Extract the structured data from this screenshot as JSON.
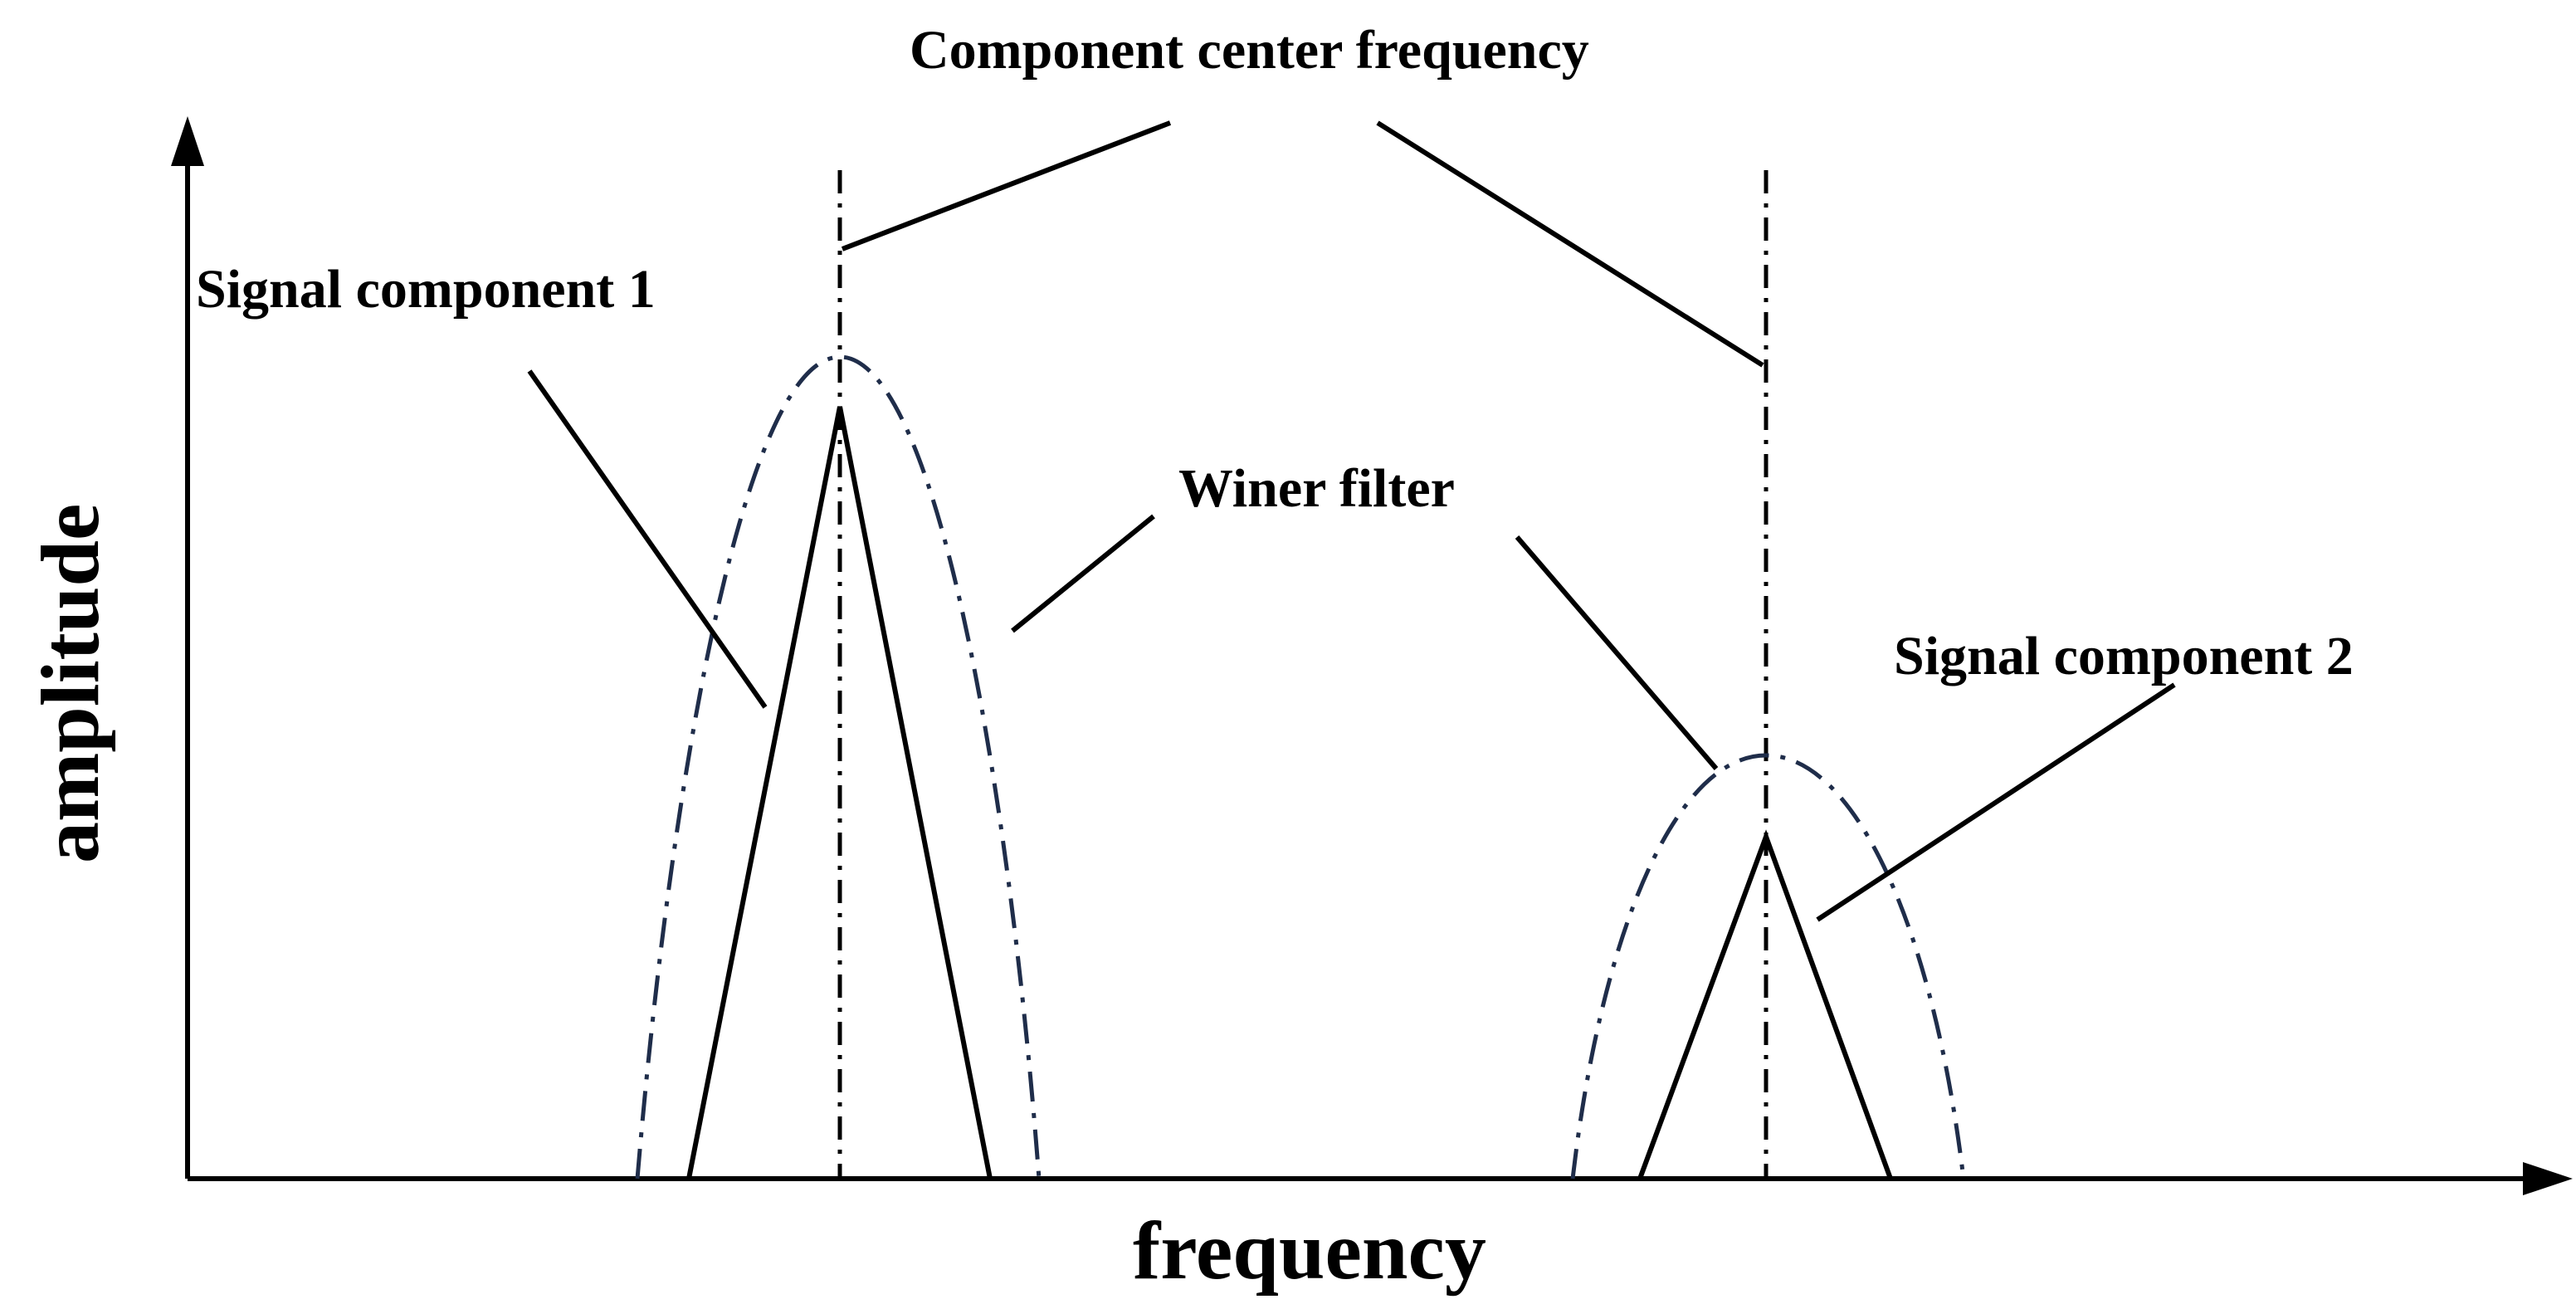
{
  "labels": {
    "center_frequency": "Component center frequency",
    "signal_component_1": "Signal component 1",
    "signal_component_2": "Signal component 2",
    "wiener_filter": "Winer filter",
    "x_axis": "frequency",
    "y_axis": "amplitude"
  },
  "colors": {
    "axis": "#000000",
    "signal": "#000000",
    "filter": "#1f2d4a",
    "leader": "#000000"
  }
}
